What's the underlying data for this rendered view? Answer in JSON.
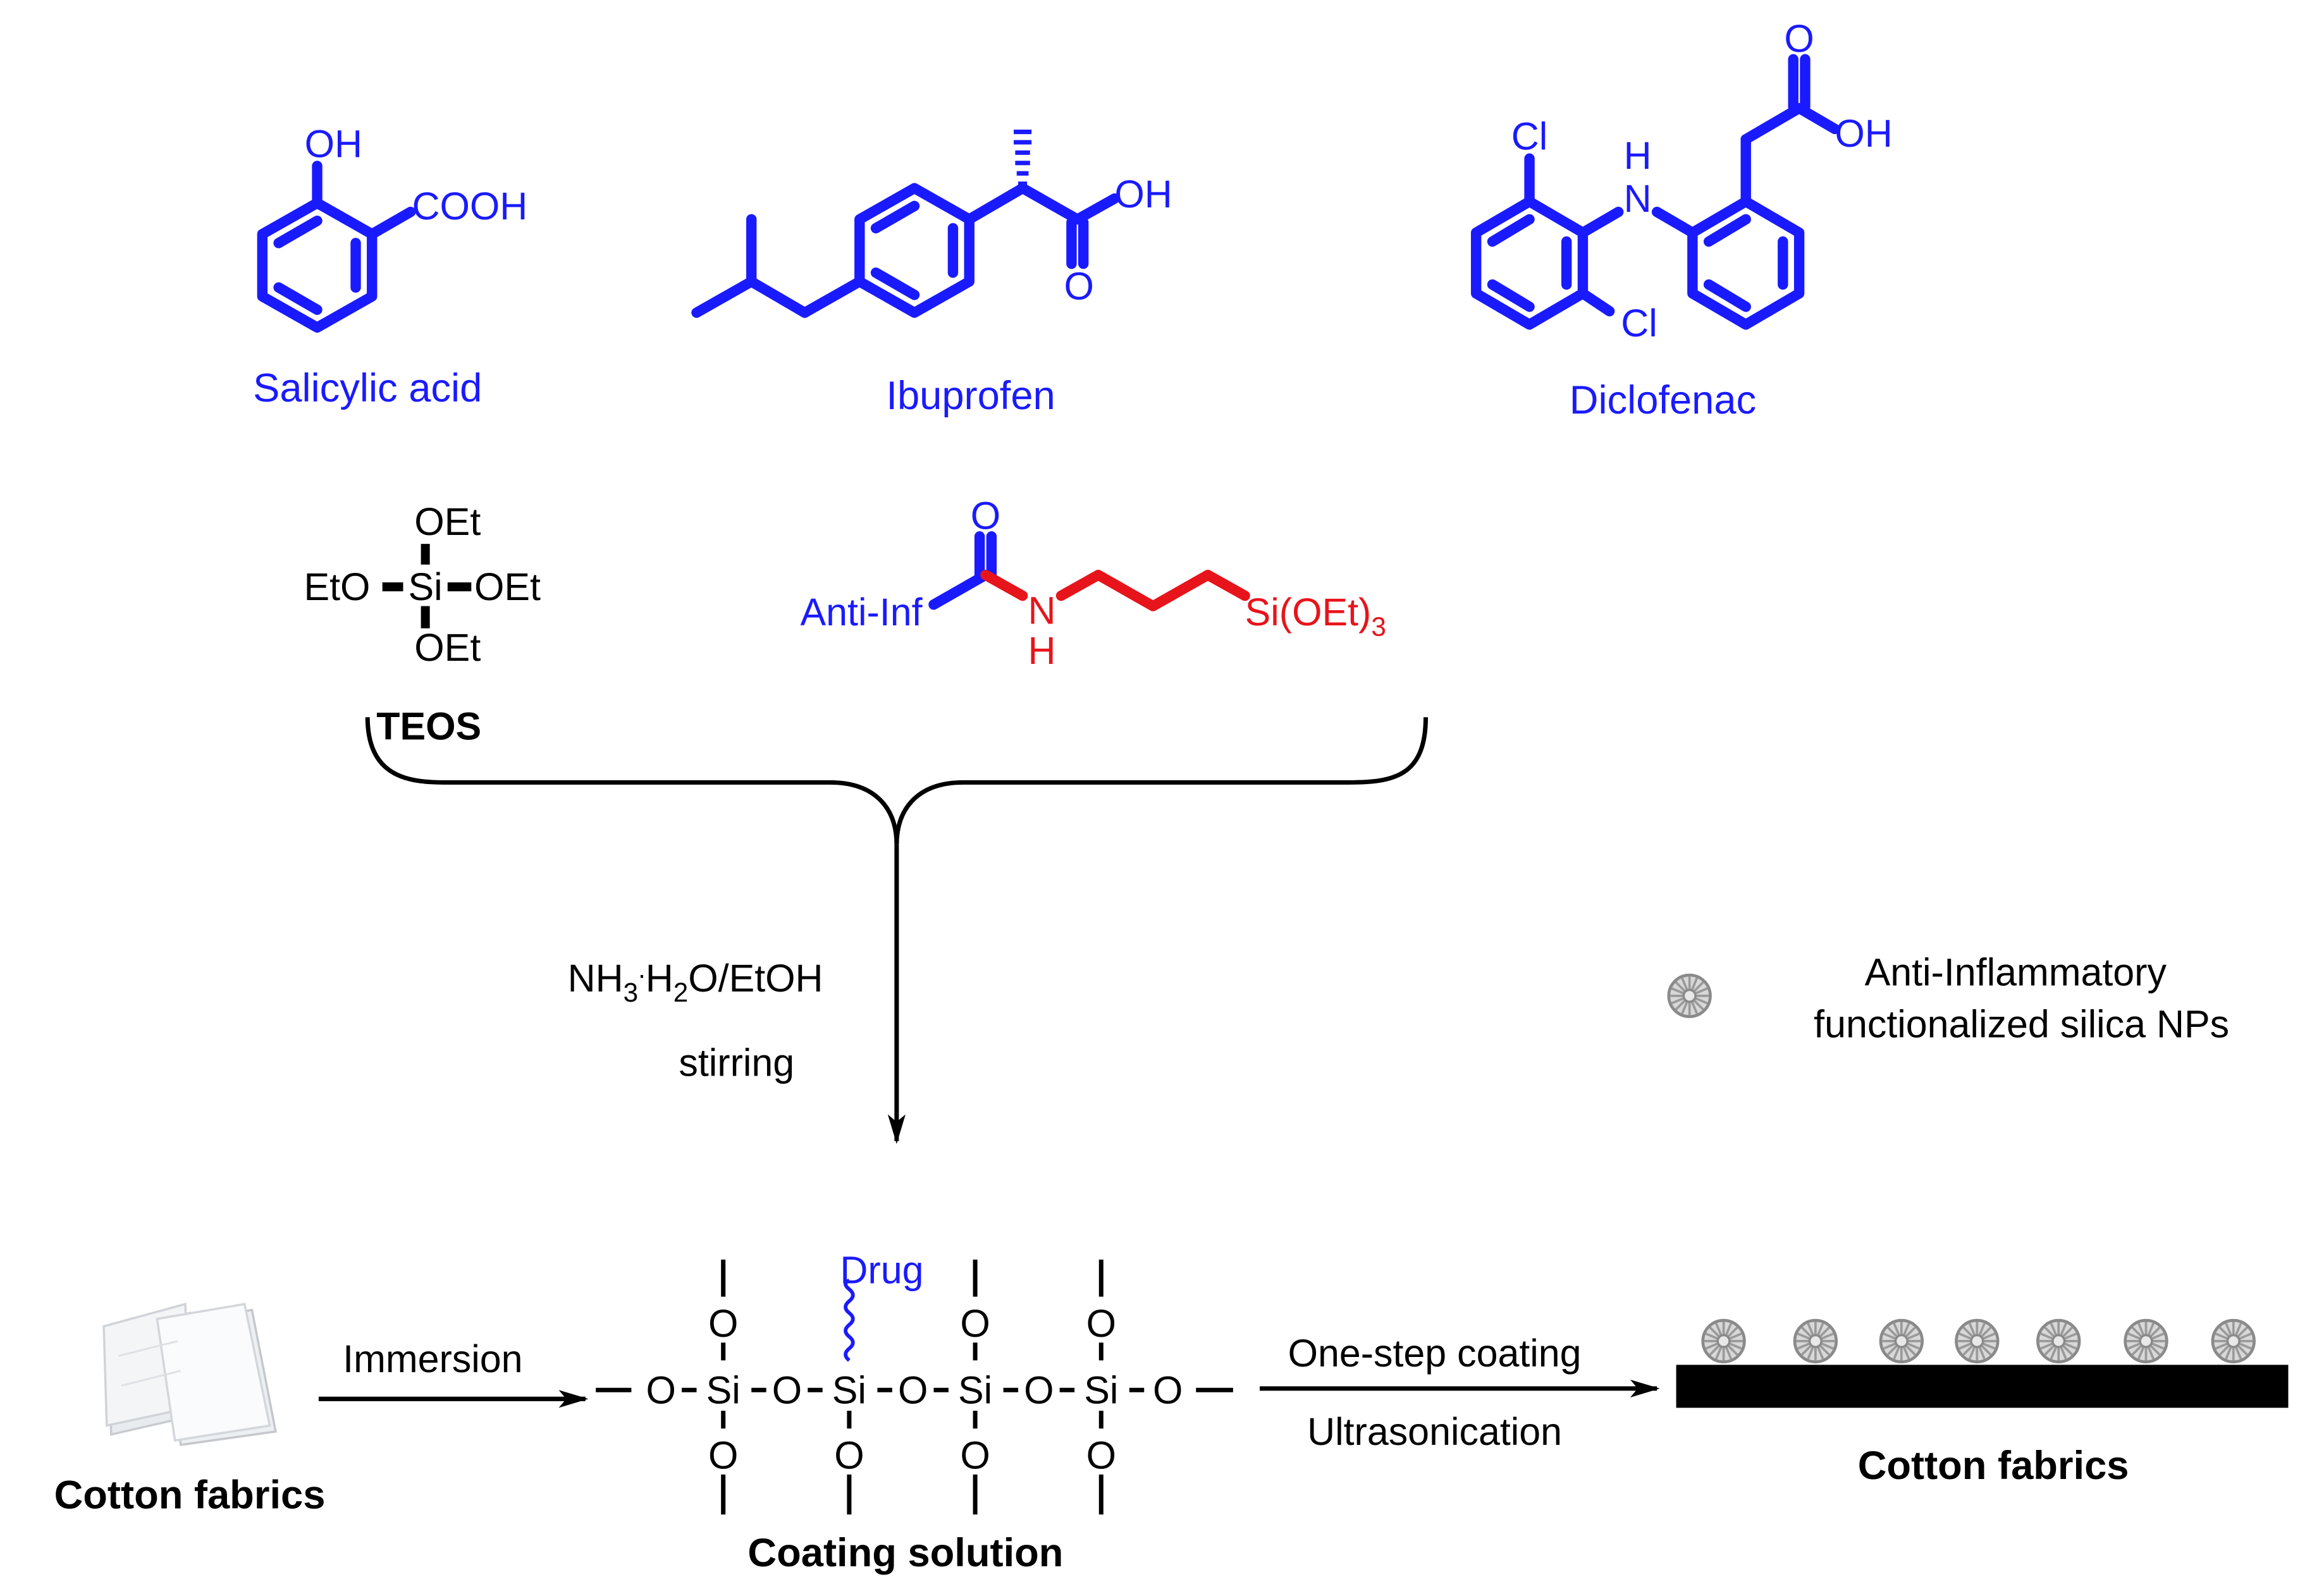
{
  "molecules": {
    "salicylic": {
      "name": "Salicylic acid",
      "oh": "OH",
      "cooh": "COOH"
    },
    "ibuprofen": {
      "name": "Ibuprofen",
      "oh": "OH",
      "o": "O"
    },
    "diclofenac": {
      "name": "Diclofenac",
      "cl": "Cl",
      "h": "H",
      "n": "N",
      "o": "O",
      "oh": "OH"
    }
  },
  "teos": {
    "label": "TEOS",
    "oet": "OEt",
    "eto": "EtO",
    "si": "Si"
  },
  "linker": {
    "anti_inf": "Anti-Inf",
    "o": "O",
    "n": "N",
    "h": "H",
    "si": "Si(OEt)",
    "sub": "3"
  },
  "reaction": {
    "reagent_pre": "NH",
    "reagent_sub1": "3",
    "reagent_dot": ".",
    "reagent_mid": "H",
    "reagent_sub2": "2",
    "reagent_post": "O/EtOH",
    "condition": "stirring"
  },
  "legend": {
    "line1": "Anti-Inflammatory",
    "line2": "functionalized silica NPs"
  },
  "bottom": {
    "cotton_left": "Cotton fabrics",
    "immersion": "Immersion",
    "drug": "Drug",
    "o": "O",
    "si": "Si",
    "coating_solution": "Coating solution",
    "step1": "One-step coating",
    "step2": "Ultrasonication",
    "cotton_right": "Cotton fabrics"
  },
  "colors": {
    "drug_blue": "#1a1aff",
    "linker_red": "#e8141b",
    "ink": "#000000"
  }
}
